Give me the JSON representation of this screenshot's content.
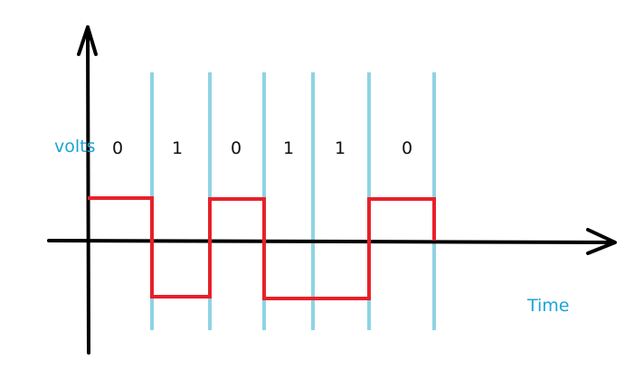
{
  "diagram": {
    "y_axis_label": "volts",
    "x_axis_label": "Time",
    "bits": [
      "0",
      "1",
      "0",
      "1",
      "1",
      "0"
    ],
    "colors": {
      "axis": "#000000",
      "signal": "#e8202a",
      "gridline": "#8fd3e3",
      "label": "#1aa3d8",
      "bit_text": "#111111"
    }
  }
}
